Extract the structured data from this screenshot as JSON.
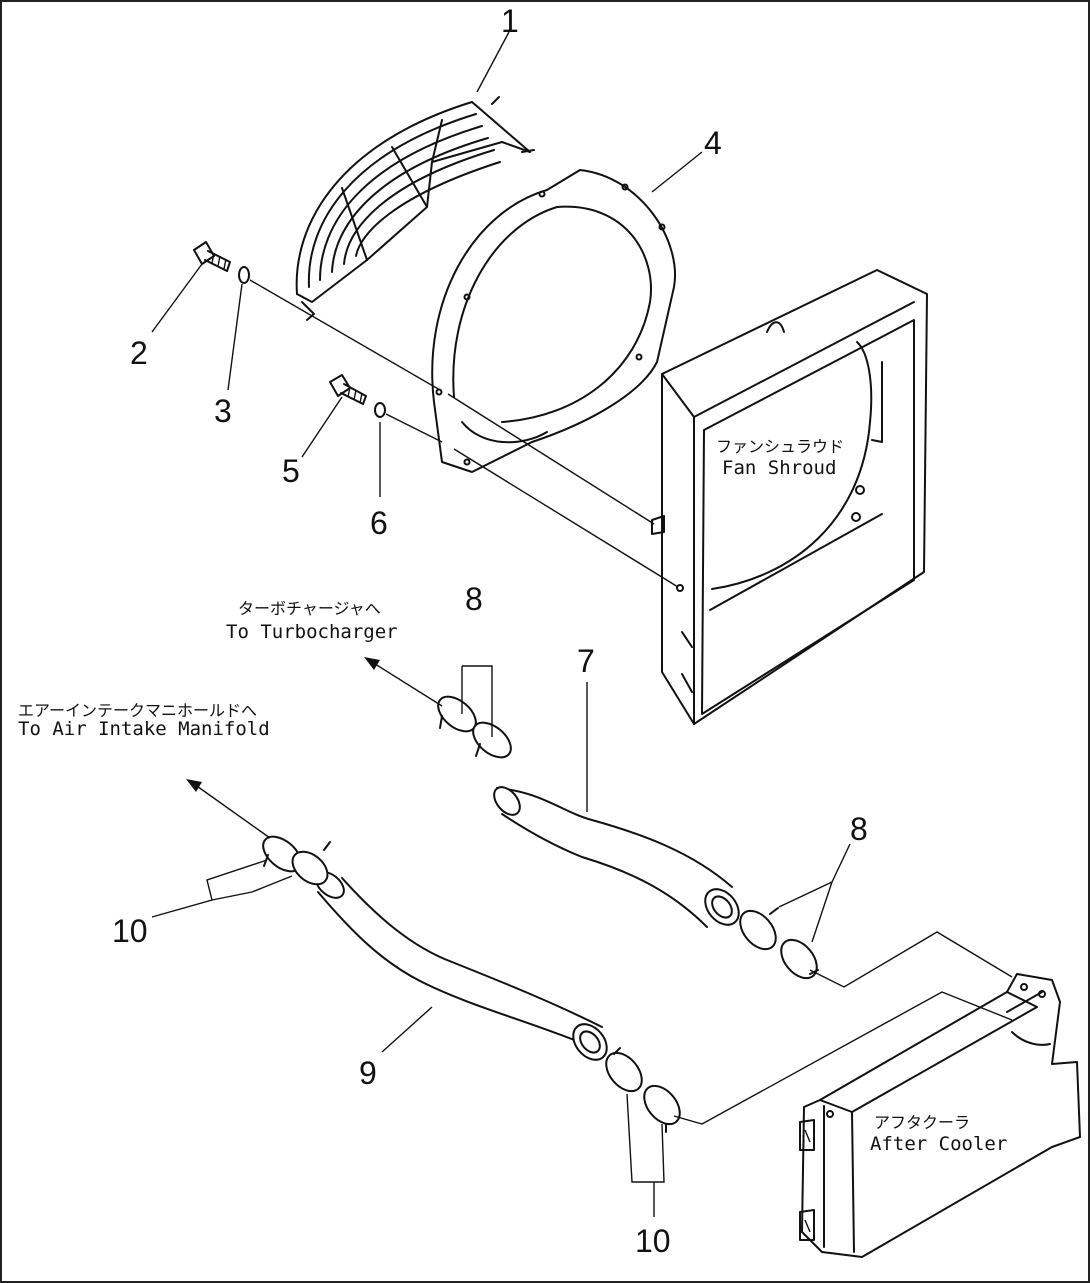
{
  "callouts": [
    "1",
    "2",
    "3",
    "4",
    "5",
    "6",
    "7",
    "8",
    "8",
    "9",
    "10",
    "10"
  ],
  "labels": {
    "fan_shroud_jp": "ファンシュラウド",
    "fan_shroud_en": "Fan Shroud",
    "turbo_jp": "ターボチャージャへ",
    "turbo_en": "To Turbocharger",
    "intake_jp": "エアーインテークマニホールドへ",
    "intake_en": "To Air Intake Manifold",
    "aftercooler_jp": "アフタクーラ",
    "aftercooler_en": "After Cooler"
  }
}
